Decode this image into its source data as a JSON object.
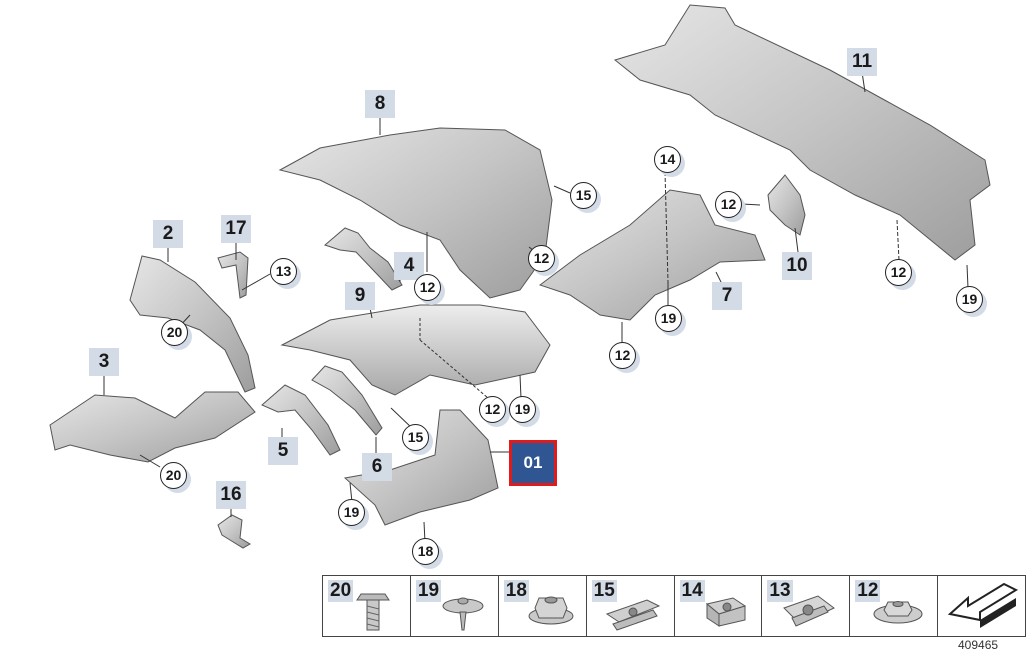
{
  "callouts": {
    "c1": "1",
    "c2": "2",
    "c3": "3",
    "c4": "4",
    "c5": "5",
    "c6": "6",
    "c7": "7",
    "c8": "8",
    "c9": "9",
    "c10": "10",
    "c11": "11",
    "c12": "12",
    "c13": "13",
    "c14": "14",
    "c15": "15",
    "c16": "16",
    "c17": "17",
    "c18": "18",
    "c19": "19",
    "c20": "20"
  },
  "selected_label": "01",
  "legend": [
    {
      "num": "20",
      "icon": "bolt-icon"
    },
    {
      "num": "19",
      "icon": "push-clip-icon"
    },
    {
      "num": "18",
      "icon": "nut-icon"
    },
    {
      "num": "15",
      "icon": "spring-nut-icon"
    },
    {
      "num": "14",
      "icon": "clip-nut-icon"
    },
    {
      "num": "13",
      "icon": "sheet-nut-icon"
    },
    {
      "num": "12",
      "icon": "washer-nut-icon"
    },
    {
      "num": "",
      "icon": "direction-arrow-icon"
    }
  ],
  "doc_number": "409465",
  "colors": {
    "label_bg": "#d3dbe7",
    "selected_bg": "#2f5593",
    "selected_border": "#e01b1b"
  }
}
